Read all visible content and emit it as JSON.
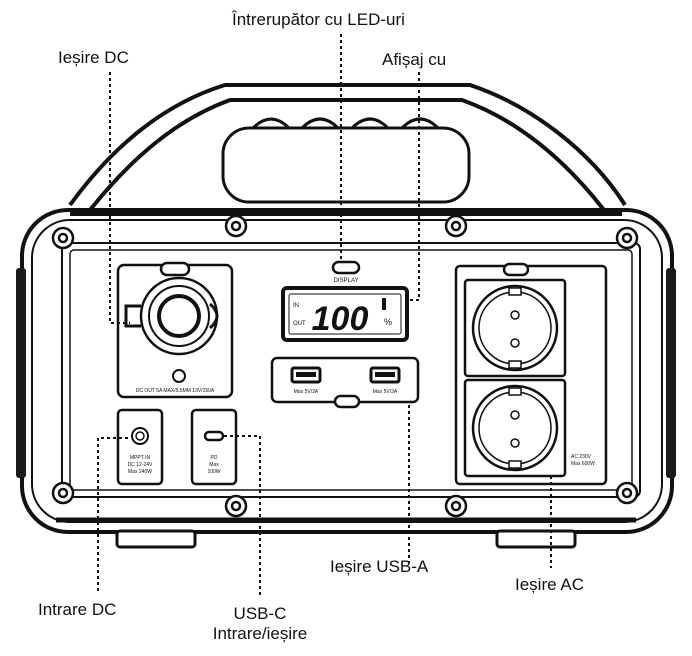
{
  "labels": {
    "led_switch": "Întrerupător cu LED-uri",
    "display": "Afișaj cu",
    "dc_output": "Ieșire DC",
    "usb_a_output": "Ieșire USB-A",
    "ac_output": "Ieșire AC",
    "dc_input": "Intrare DC",
    "usbc_line1": "USB-C",
    "usbc_line2": "Intrare/ieșire"
  },
  "device": {
    "display_button": "DISPLAY",
    "lcd_in": "IN",
    "lcd_out": "OUT",
    "lcd_value": "100",
    "lcd_percent": "%",
    "dc_spec": "DC OUT 5A MAX/5.5MM 13V/150A",
    "usb_left": "Max 5V/3A",
    "usb_right": "Max 5V/3A",
    "mppt_line1": "MPPT IN",
    "mppt_line2": "DC 12-24V",
    "mppt_line3": "Max 240W",
    "pd_line1": "PD",
    "pd_line2": "Max",
    "pd_line3": "100W",
    "ac_spec_line1": "AC 230V",
    "ac_spec_line2": "Max 600W"
  },
  "colors": {
    "stroke": "#111111",
    "fill": "#ffffff",
    "dark": "#1a1a1a"
  }
}
